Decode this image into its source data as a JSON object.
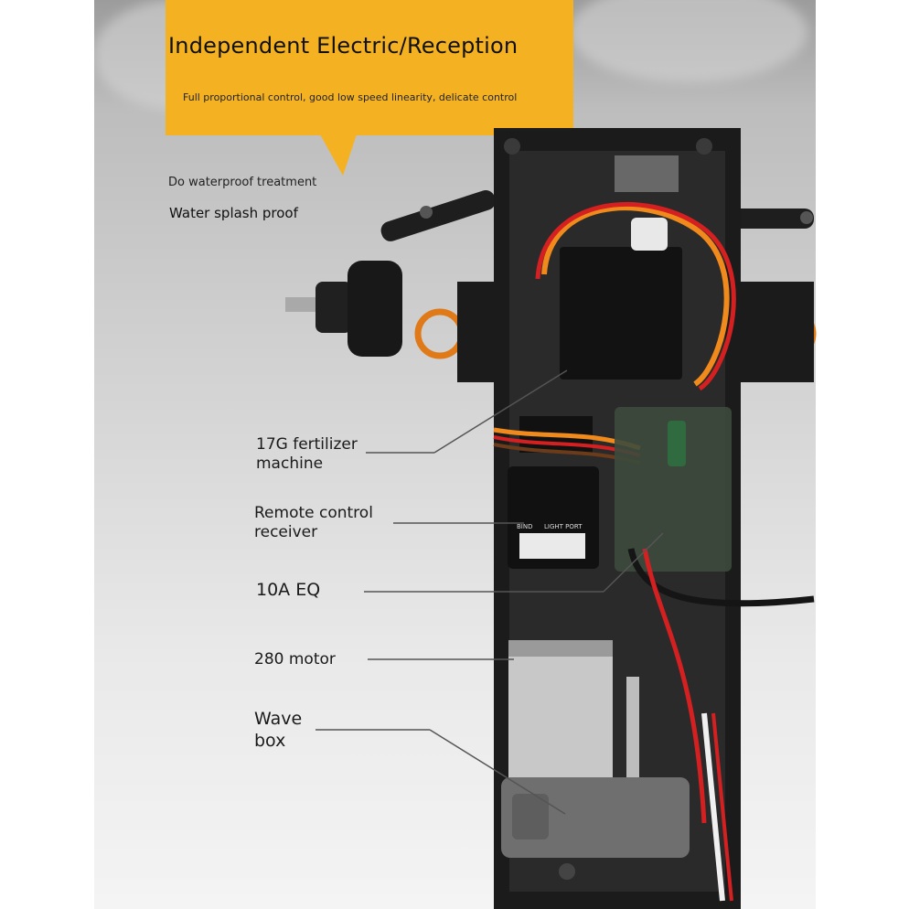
{
  "header": {
    "title": "Independent Electric/Reception",
    "subtitle": "Full proportional control, good low speed linearity, delicate control"
  },
  "notes": {
    "waterproof": "Do waterproof treatment",
    "splash": "Water splash proof"
  },
  "callouts": {
    "servo_line1": "17G fertilizer",
    "servo_line2": "machine",
    "receiver_line1": "Remote control",
    "receiver_line2": "receiver",
    "esc": "10A EQ",
    "motor": "280 motor",
    "gearbox_line1": "Wave",
    "gearbox_line2": "box"
  },
  "receiver_panel": {
    "bind": "BIND",
    "light_port": "LIGHT PORT"
  },
  "colors": {
    "callout_bg": "#f4b223",
    "chassis": "#1b1b1b",
    "wire_orange": "#f08a1c",
    "wire_red": "#d42020",
    "wire_brown": "#6b3b1a",
    "motor_silver": "#c8c8c8",
    "gearbox_gray": "#6f6f6f"
  }
}
